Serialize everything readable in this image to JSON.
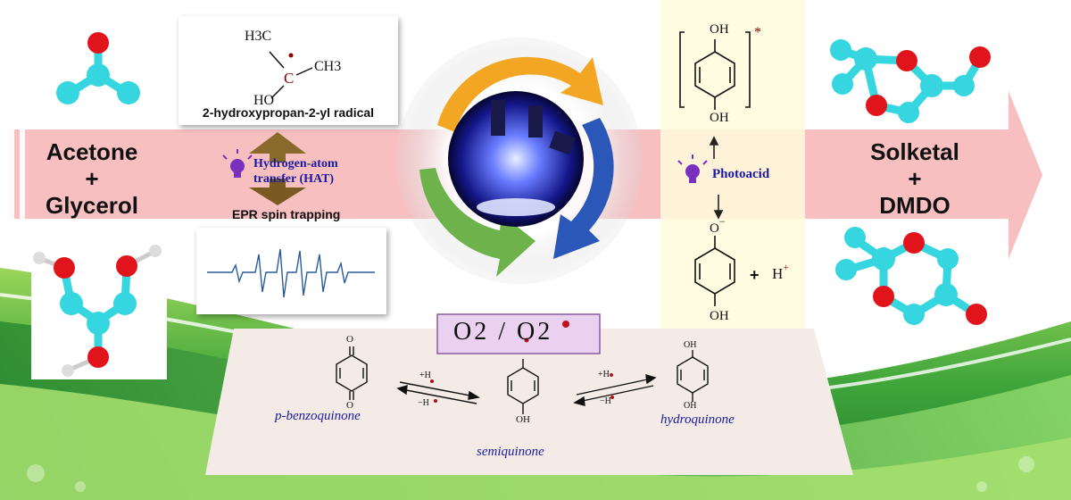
{
  "reactants": {
    "line1": "Acetone",
    "plus": "+",
    "line2": "Glycerol"
  },
  "products": {
    "line1": "Solketal",
    "plus": "+",
    "line2": "DMDO"
  },
  "radical": {
    "h3c": "H3C",
    "c_dot": "C",
    "ch3": "CH3",
    "ho": "HO",
    "caption": "2-hydroxypropan-2-yl radical"
  },
  "hat": {
    "line1": "Hydrogen-atom",
    "line2": "transfer (HAT)"
  },
  "epr": {
    "caption": "EPR spin trapping"
  },
  "photoacid": {
    "label": "Photoacid",
    "oh_top": "OH",
    "oh_bottom": "OH",
    "star": "*",
    "o_minus": "O",
    "minus": "−",
    "plus": "+",
    "h": "H",
    "h_charge": "+",
    "oh_bottom2": "OH"
  },
  "redox": {
    "o2_label": "O2 / O2",
    "benzoquinone": "p-benzoquinone",
    "semiquinone": "semiquinone",
    "hydroquinone": "hydroquinone",
    "left_fwd": "+H",
    "left_rev": "−H",
    "right_fwd": "+H",
    "right_rev": "−H",
    "o_top": "O",
    "o_bottom": "O",
    "sq_oh": "OH",
    "hq_oh_top": "OH",
    "hq_oh_bottom": "OH"
  },
  "colors": {
    "arrow": "#f7b6b8",
    "molecule_carbon": "#36d6e0",
    "molecule_oxygen": "#e0141a",
    "wave_green": "#3aa83a",
    "label_blue": "#1a1a9e",
    "radical_red": "#8b0000"
  }
}
